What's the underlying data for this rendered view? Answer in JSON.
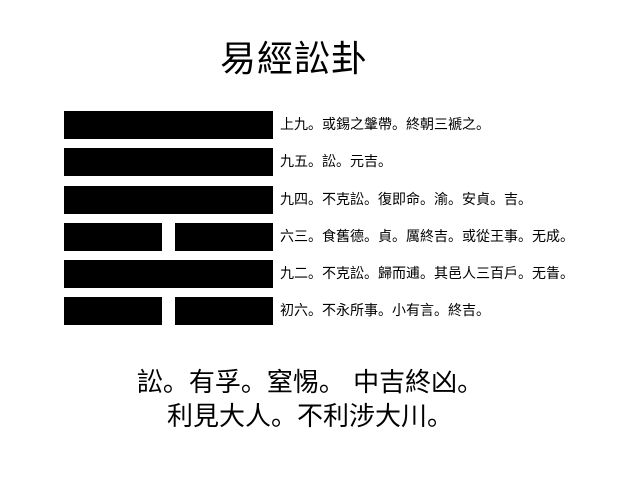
{
  "title": "易經訟卦",
  "lines": [
    {
      "type": "yang",
      "text": "上九。或錫之鞶帶。終朝三褫之。"
    },
    {
      "type": "yang",
      "text": "九五。訟。元吉。"
    },
    {
      "type": "yang",
      "text": "九四。不克訟。復即命。渝。安貞。吉。"
    },
    {
      "type": "yin",
      "text": "六三。食舊德。貞。厲終吉。或從王事。无成。"
    },
    {
      "type": "yang",
      "text": "九二。不克訟。歸而逋。其邑人三百戶。无眚。"
    },
    {
      "type": "yin",
      "text": "初六。不永所事。小有言。終吉。"
    }
  ],
  "judgment": {
    "line1": "訟。有孚。窒惕。 中吉終凶。",
    "line2": "利見大人。不利涉大川。"
  }
}
